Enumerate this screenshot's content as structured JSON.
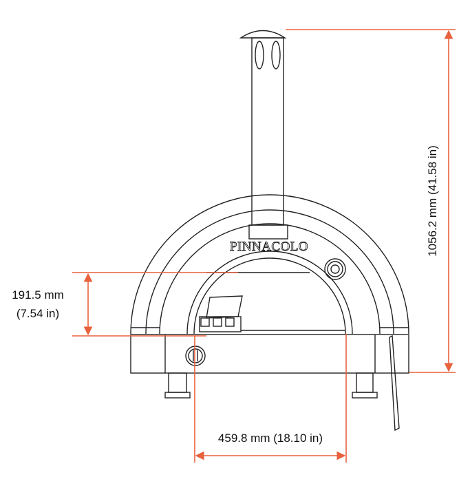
{
  "product": {
    "brand_logo": "PINNACOLO"
  },
  "dimensions": {
    "height": {
      "metric": "1056.2 mm",
      "imperial": "(41.58 in)",
      "label": "1056.2 mm (41.58 in)"
    },
    "opening_height": {
      "metric": "191.5 mm",
      "imperial": "(7.54 in)"
    },
    "opening_width": {
      "label": "459.8 mm (18.10 in)"
    }
  },
  "colors": {
    "dimension_line": "#e8603c",
    "outline": "#222222"
  }
}
